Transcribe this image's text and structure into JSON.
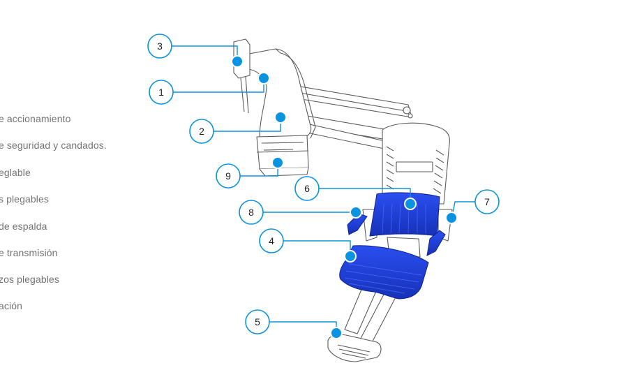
{
  "legend": {
    "items": [
      "e accionamiento",
      "e seguridad y candados.",
      "eglable",
      "s plegables",
      "de espalda",
      "e transmisión",
      "zos plegables",
      "ación"
    ]
  },
  "callouts": {
    "c1": "1",
    "c2": "2",
    "c3": "3",
    "c4": "4",
    "c5": "5",
    "c6": "6",
    "c7": "7",
    "c8": "8",
    "c9": "9"
  },
  "colors": {
    "accent": "#0a93e0",
    "seat_blue": "#1f3fd6",
    "line_art": "#555555"
  }
}
